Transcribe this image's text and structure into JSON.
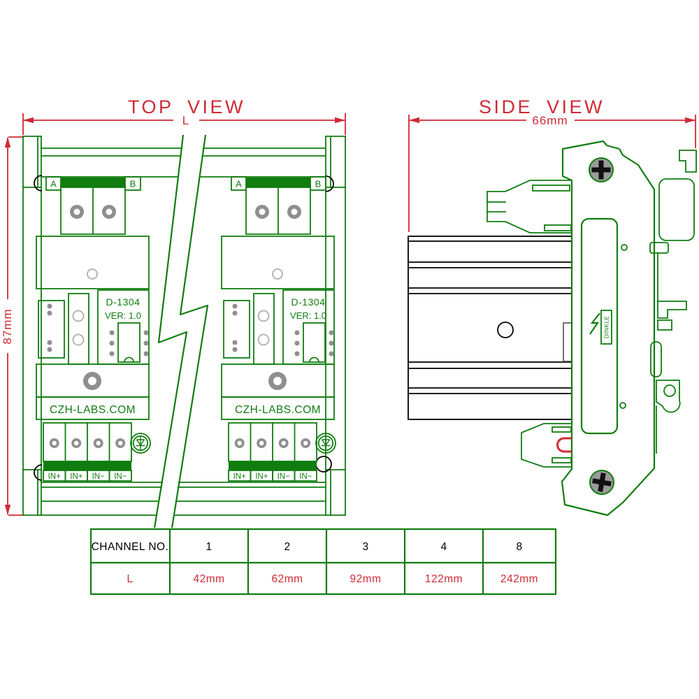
{
  "top_view": {
    "title": "TOP VIEW",
    "dim_length_label": "L",
    "dim_height_label": "87mm",
    "channel": {
      "terminal_a": "A",
      "terminal_b": "B",
      "model": "D-1304",
      "version": "VER: 1.0",
      "brand_url": "CZH-LABS.COM",
      "inputs": [
        "IN+",
        "IN+",
        "IN−",
        "IN−"
      ]
    }
  },
  "side_view": {
    "title": "SIDE VIEW",
    "dim_width_label": "66mm",
    "rail_brand": "DINKLE"
  },
  "spec_table": {
    "header_row": [
      "CHANNEL NO.",
      "1",
      "2",
      "3",
      "4",
      "8"
    ],
    "length_row": [
      "L",
      "42mm",
      "62mm",
      "92mm",
      "122mm",
      "242mm"
    ]
  },
  "colors": {
    "drawing_green": "#107d10",
    "dimension_red": "#cf2a35",
    "pad_gray": "#8f8f8f",
    "line_black": "#000000"
  }
}
